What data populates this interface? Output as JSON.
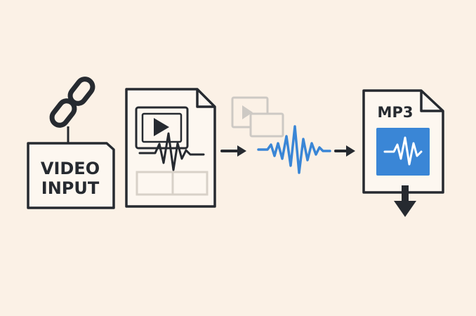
{
  "diagram": {
    "video_input_label_line1": "VIDEO",
    "video_input_label_line2": "INPUT",
    "output_format_label": "MP3"
  },
  "colors": {
    "background": "#fbf1e6",
    "ink": "#262a30",
    "card_fill": "#fdf7f0",
    "accent_blue": "#3a86d6",
    "ghost_gray": "#c9c6c1"
  },
  "icons": [
    "link-chain-icon",
    "video-file-icon",
    "play-icon",
    "waveform-icon",
    "arrow-right-icon",
    "mp3-file-icon",
    "download-arrow-icon"
  ]
}
